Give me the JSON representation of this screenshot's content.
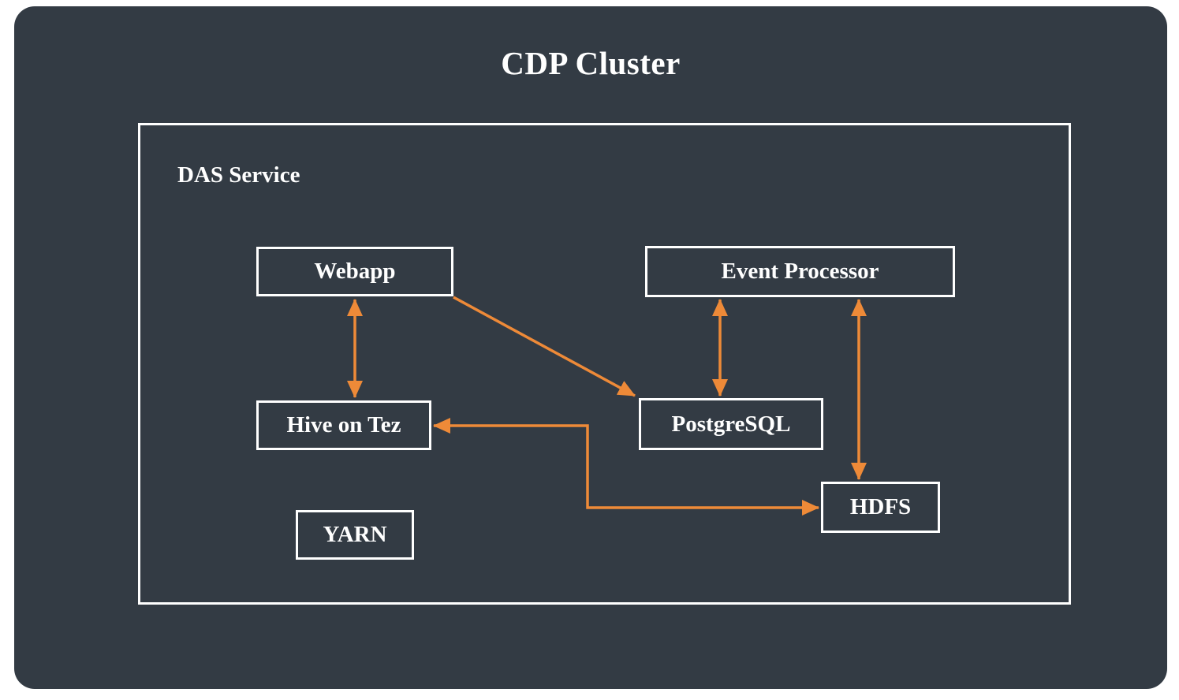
{
  "title": "CDP Cluster",
  "group": {
    "label": "DAS Service"
  },
  "nodes": {
    "webapp": {
      "label": "Webapp"
    },
    "event_processor": {
      "label": "Event Processor"
    },
    "hive_on_tez": {
      "label": "Hive on Tez"
    },
    "postgresql": {
      "label": "PostgreSQL"
    },
    "yarn": {
      "label": "YARN"
    },
    "hdfs": {
      "label": "HDFS"
    }
  },
  "edges": [
    {
      "from": "Webapp",
      "to": "Hive on Tez",
      "direction": "bidirectional",
      "style": "straight-vertical"
    },
    {
      "from": "Webapp",
      "to": "PostgreSQL",
      "direction": "one-way",
      "style": "diagonal"
    },
    {
      "from": "Event Processor",
      "to": "PostgreSQL",
      "direction": "bidirectional",
      "style": "straight-vertical"
    },
    {
      "from": "Event Processor",
      "to": "HDFS",
      "direction": "bidirectional",
      "style": "straight-vertical"
    },
    {
      "from": "Hive on Tez",
      "to": "HDFS",
      "direction": "bidirectional",
      "style": "elbow"
    }
  ],
  "colors": {
    "canvas_background": "#333B44",
    "page_background": "#FFFFFF",
    "box_border": "#FFFFFF",
    "text": "#FFFFFF",
    "arrow": "#EE8A38"
  }
}
